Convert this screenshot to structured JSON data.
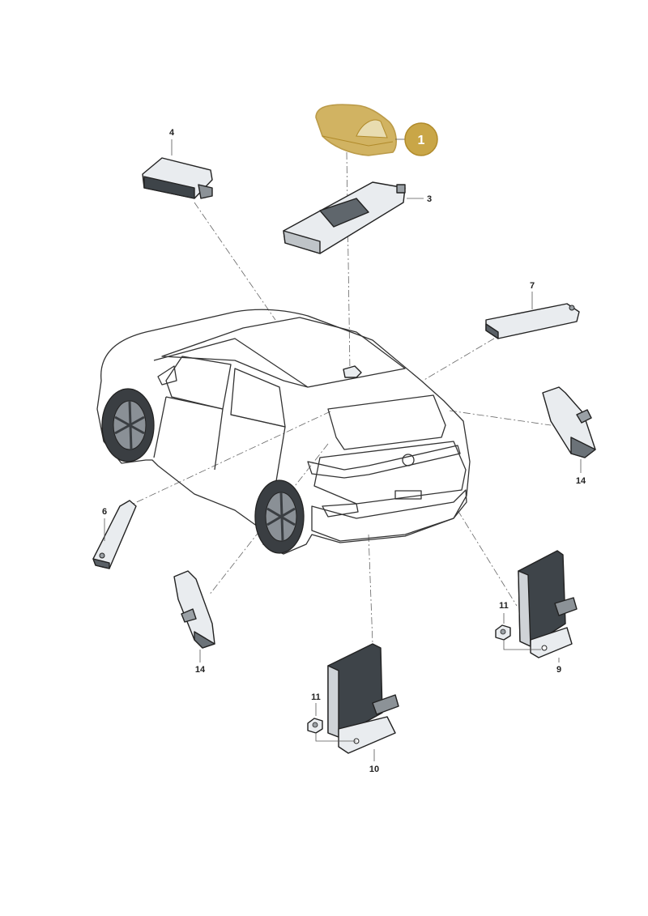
{
  "callouts": {
    "c1": "1",
    "c3": "3",
    "c4": "4",
    "c6": "6",
    "c7": "7",
    "c9": "9",
    "c10": "10",
    "c11a": "11",
    "c11b": "11",
    "c14a": "14",
    "c14b": "14"
  },
  "colors": {
    "highlight_fill": "#c9a647",
    "highlight_stroke": "#b08a2a",
    "part_fill": "#e9ecef",
    "part_dark": "#6b7278",
    "car_glass": "#dcdfe2"
  },
  "icons": [
    "antenna-module-icon",
    "control-unit-icon",
    "antenna-strip-icon",
    "sensor-bracket-icon",
    "nut-icon",
    "vehicle-icon"
  ]
}
